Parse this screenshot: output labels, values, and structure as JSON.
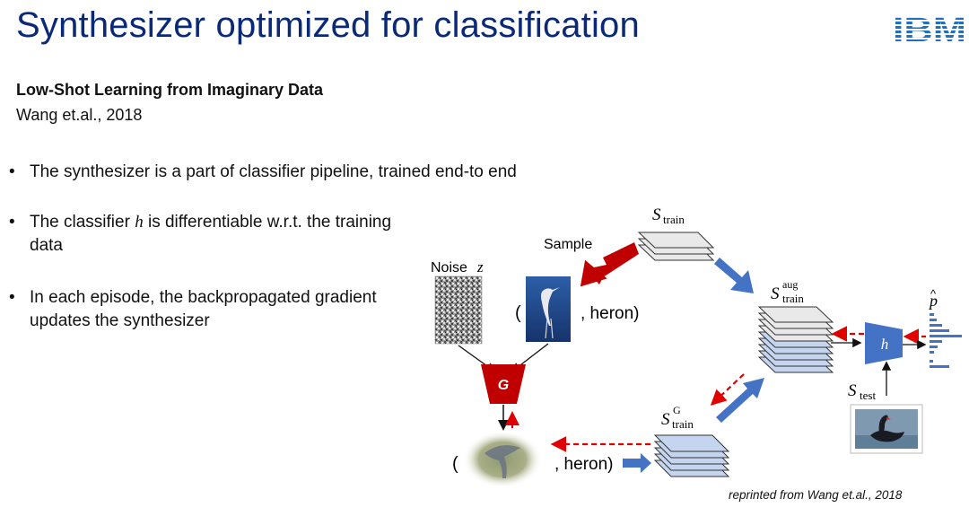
{
  "slide": {
    "title": "Synthesizer optimized for classification",
    "logo_text": "IBM",
    "reference_title": "Low-Shot Learning from Imaginary Data",
    "reference_authors": "Wang et.al., 2018",
    "caption": "reprinted from Wang et.al., 2018"
  },
  "bullets": [
    {
      "text": "The synthesizer is a part of classifier pipeline, trained end-to end"
    },
    {
      "before": "The classifier ",
      "math": "h",
      "after": " is differentiable w.r.t. the training data"
    },
    {
      "text": "In each episode, the backpropagated gradient updates the synthesizer"
    }
  ],
  "diagram": {
    "sample_label": "Sample",
    "noise_label": "Noise",
    "noise_var": "z",
    "generator_label": "G",
    "classifier_label": "h",
    "heron_tuple_top": "( , heron)",
    "heron_tuple_bottom": "( , heron)",
    "open_paren": "(",
    "heron_label": ", heron)",
    "s_symbol": "S",
    "train_sub": "train",
    "aug_sup": "aug",
    "g_sup": "G",
    "test_sub": "test",
    "p_hat": "p",
    "hat": "^",
    "colors": {
      "sample_arrow": "#c00000",
      "flow_arrow": "#4472c4",
      "generator": "#c00000",
      "classifier": "#4472c4",
      "grad_arrow": "#e00000"
    }
  }
}
